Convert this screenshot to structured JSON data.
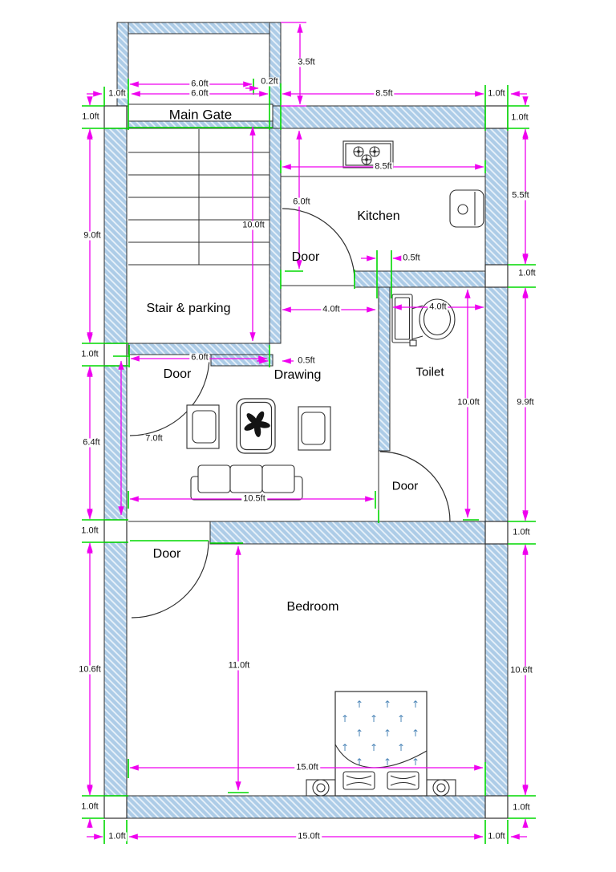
{
  "title": "House floor plan",
  "colors": {
    "wall_fill": "#adcce7",
    "wall_hatch": "#e9f2fa",
    "outline": "#2f2f2f",
    "dimension_line": "#ef00ef",
    "extension_line": "#00d800",
    "bed_arrow": "#4d86b8"
  },
  "rooms": {
    "main_gate": "Main Gate",
    "stair_parking": "Stair & parking",
    "kitchen": "Kitchen",
    "drawing": "Drawing",
    "toilet": "Toilet",
    "bedroom": "Bedroom"
  },
  "doors": {
    "kitchen": "Door",
    "drawing": "Door",
    "toilet": "Door",
    "bedroom": "Door"
  },
  "dims": {
    "porch_height": "3.5ft",
    "porch_width": "6.0ft",
    "porch_wall_offset": "0.2ft",
    "gate_width": "6.0ft",
    "left_wall_top_w": "1.0ft",
    "kitchen_top_width": "8.5ft",
    "right_wall_top_w": "1.0ft",
    "left_top_wall": "1.0ft",
    "stair_left_height": "9.0ft",
    "left_mid_wall": "1.0ft",
    "drawing_left_height": "6.4ft",
    "left_lower_wall": "1.0ft",
    "bedroom_left_height": "10.6ft",
    "left_bottom_wall": "1.0ft",
    "right_top_wall": "1.0ft",
    "kitchen_right_height": "5.5ft",
    "right_mid_wall": "1.0ft",
    "toilet_right_height": "9.9ft",
    "right_lower_wall": "1.0ft",
    "bedroom_right_height": "10.6ft",
    "right_bottom_wall": "1.0ft",
    "bottom_left_wall": "1.0ft",
    "bottom_width": "15.0ft",
    "bottom_right_wall": "1.0ft",
    "stair_inner_height": "10.0ft",
    "kitchen_door_height": "6.0ft",
    "kitchen_width": "8.5ft",
    "toilet_wall_thickness": "0.5ft",
    "hall_width": "4.0ft",
    "toilet_width": "4.0ft",
    "drawing_opening": "6.0ft",
    "inner_wall_thickness": "0.5ft",
    "drawing_height": "7.0ft",
    "toilet_height": "10.0ft",
    "drawing_width": "10.5ft",
    "bedroom_height": "11.0ft",
    "bedroom_width": "15.0ft"
  }
}
